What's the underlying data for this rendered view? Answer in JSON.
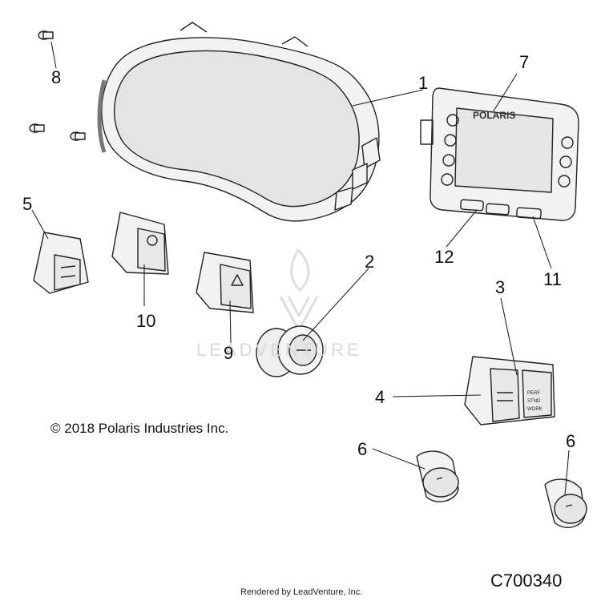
{
  "callouts": [
    "1",
    "2",
    "3",
    "4",
    "5",
    "6",
    "6",
    "7",
    "8",
    "9",
    "10",
    "11",
    "12"
  ],
  "copyright": "© 2018 Polaris Industries Inc.",
  "drawing_number": "C700340",
  "render_credit": "Rendered by LeadVenture, Inc.",
  "watermark_text": "LEADVENTURE",
  "display_brand": "POLARIS",
  "switch_labels": [
    "PERF",
    "STND",
    "WORK"
  ],
  "colors": {
    "line": "#222222",
    "fill": "#f2f2f2",
    "lens": "#e4e4e4",
    "watermark": "#d9d9d9"
  }
}
